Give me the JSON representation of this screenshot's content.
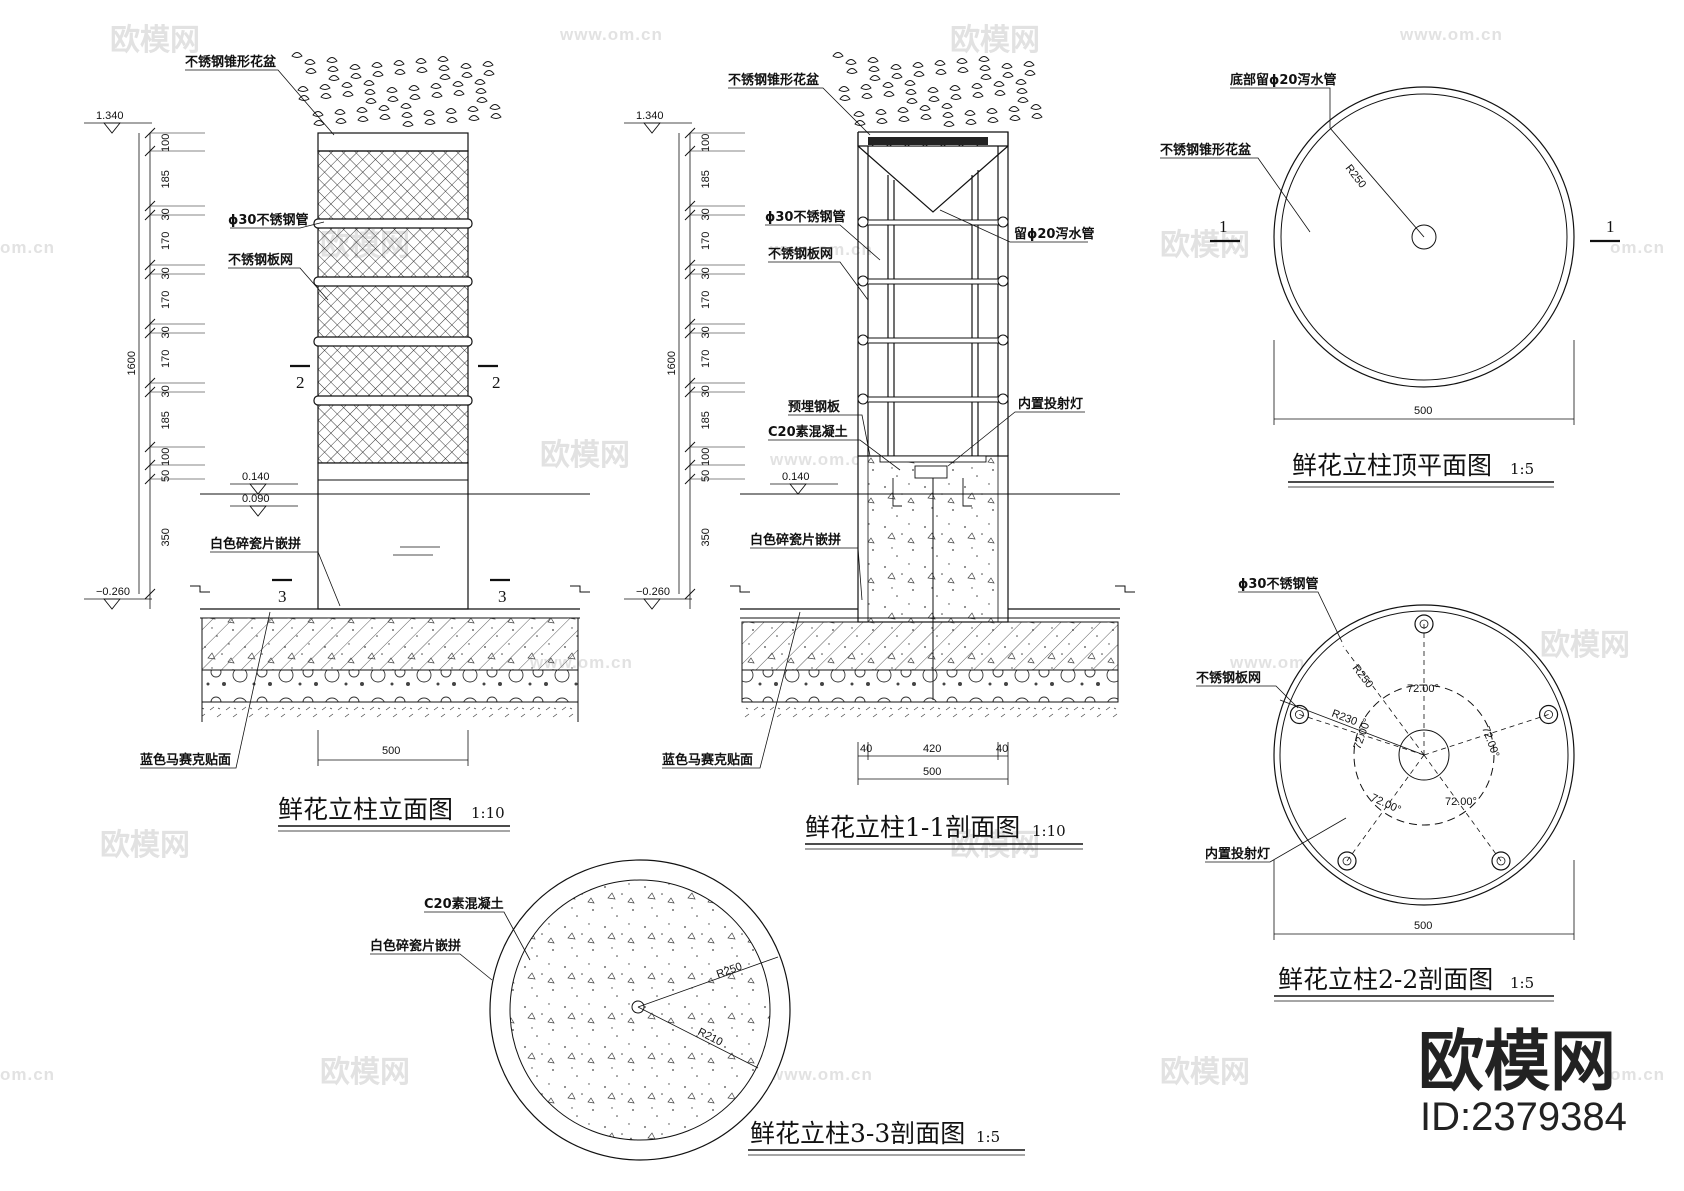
{
  "watermark": {
    "text": "欧模网",
    "url": "www.om.cn",
    "url_short": "om.cn"
  },
  "brand": {
    "name": "欧模网",
    "id": "ID:2379384"
  },
  "elevation": {
    "title": "鲜花立柱立面图",
    "scale": "1:10",
    "labels": {
      "planter": "不锈钢锥形花盆",
      "pipe": "ϕ30不锈钢管",
      "mesh": "不锈钢板网",
      "tile": "白色碎瓷片嵌拼",
      "mosaic": "蓝色马赛克贴面"
    },
    "levels": [
      "1.340",
      "0.140",
      "0.090",
      "−0.260"
    ],
    "dims": [
      "100",
      "185",
      "30",
      "170",
      "30",
      "170",
      "30",
      "170",
      "30",
      "185",
      "100",
      "50",
      "350"
    ],
    "total": "1600",
    "width": "500",
    "section_marks": [
      "2",
      "2",
      "3",
      "3"
    ]
  },
  "section11": {
    "title": "鲜花立柱1-1剖面图",
    "scale": "1:10",
    "labels": {
      "planter": "不锈钢锥形花盆",
      "pipe": "ϕ30不锈钢管",
      "mesh": "不锈钢板网",
      "drain": "留ϕ20泻水管",
      "plate": "预埋钢板",
      "concrete": "C20素混凝土",
      "light": "内置投射灯",
      "tile": "白色碎瓷片嵌拼",
      "mosaic": "蓝色马赛克贴面"
    },
    "levels": [
      "1.340",
      "0.140",
      "−0.260"
    ],
    "dims": [
      "100",
      "185",
      "30",
      "170",
      "30",
      "170",
      "30",
      "170",
      "30",
      "185",
      "100",
      "50",
      "350"
    ],
    "total": "1600",
    "bottom_dims": [
      "40",
      "420",
      "40",
      "500"
    ]
  },
  "top_plan": {
    "title": "鲜花立柱顶平面图",
    "scale": "1:5",
    "labels": {
      "drain": "底部留ϕ20泻水管",
      "planter": "不锈钢锥形花盆"
    },
    "radius": "R250",
    "width": "500",
    "section_marks": [
      "1",
      "1"
    ]
  },
  "section22": {
    "title": "鲜花立柱2-2剖面图",
    "scale": "1:5",
    "labels": {
      "pipe": "ϕ30不锈钢管",
      "mesh": "不锈钢板网",
      "light": "内置投射灯"
    },
    "radii": [
      "R250",
      "R230"
    ],
    "angles": [
      "72.00°",
      "72.00°",
      "72.00°",
      "72.00°",
      "72.00°"
    ],
    "width": "500"
  },
  "section33": {
    "title": "鲜花立柱3-3剖面图",
    "scale": "1:5",
    "labels": {
      "concrete": "C20素混凝土",
      "tile": "白色碎瓷片嵌拼"
    },
    "radii": [
      "R250",
      "R210"
    ]
  }
}
